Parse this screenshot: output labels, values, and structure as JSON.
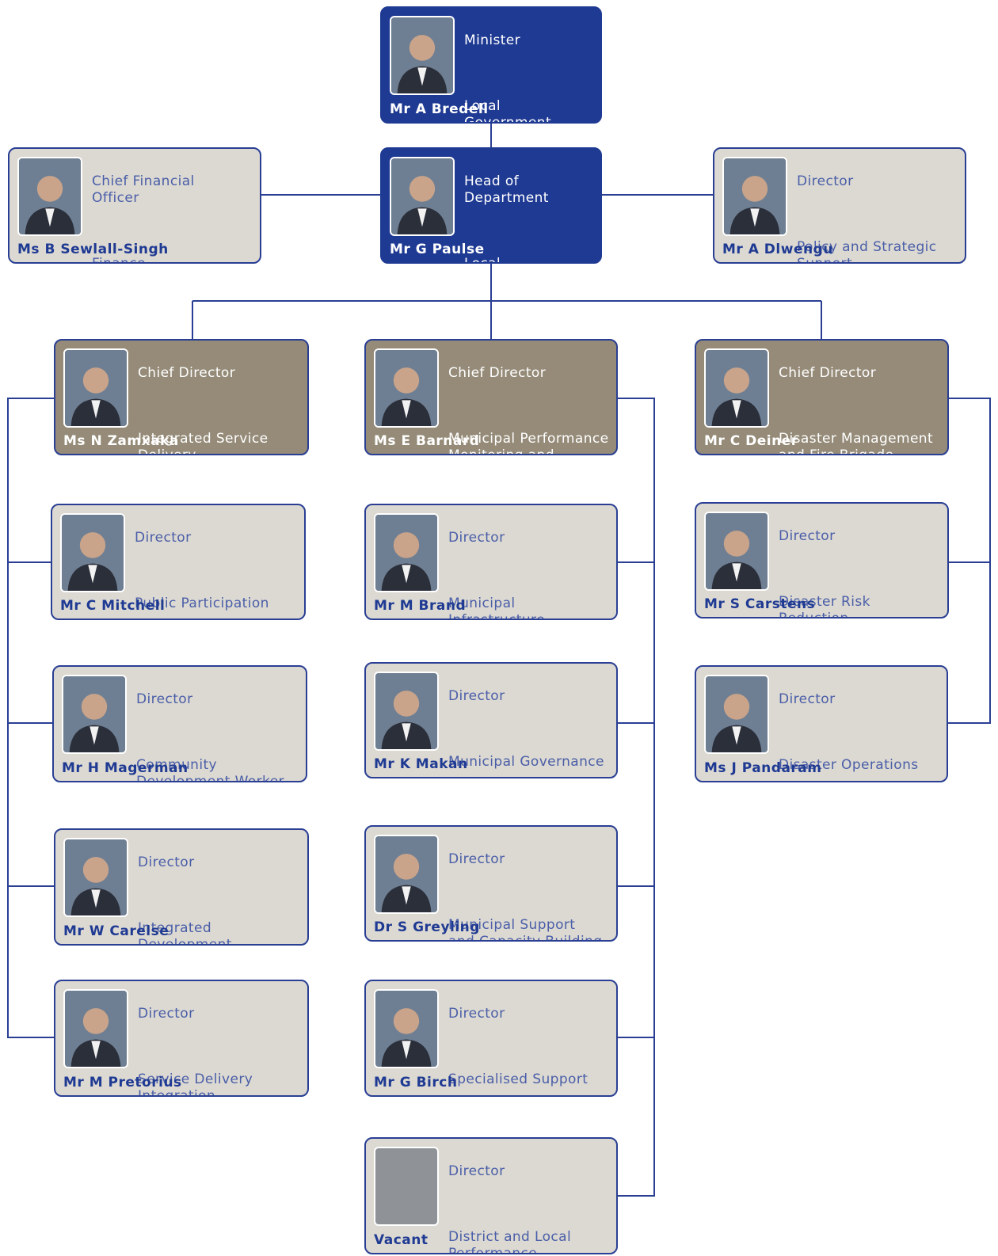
{
  "colors": {
    "navy": "#1f3a93",
    "taupe": "#958b78",
    "grey": "#dcd9d2",
    "line": "#2a3f94",
    "textBlue": "#4a5ea8"
  },
  "nodes": [
    {
      "id": "minister",
      "title": "Minister",
      "unit": "Local\nGovernment",
      "name": "Mr A Bredell",
      "variant": "navy",
      "photo": "person-photo-icon"
    },
    {
      "id": "hod",
      "title": "Head of\nDepartment",
      "unit": "Local\nGovernment",
      "name": "Mr G Paulse",
      "variant": "navy",
      "photo": "person-photo-icon"
    },
    {
      "id": "cfo",
      "title": "Chief Financial\nOfficer",
      "unit": "Finance",
      "name": "Ms B Sewlall-Singh",
      "variant": "grey",
      "photo": "person-photo-icon"
    },
    {
      "id": "psp",
      "title": "Director",
      "unit": "Policy and Strategic\nSupport",
      "name": "Mr A Dlwengu",
      "variant": "grey",
      "photo": "person-photo-icon"
    },
    {
      "id": "cd1",
      "title": "Chief Director",
      "unit": "Integrated Service\nDelivery",
      "name": "Ms N Zamxaka",
      "variant": "taupe",
      "photo": "person-photo-icon"
    },
    {
      "id": "cd2",
      "title": "Chief Director",
      "unit": "Municipal Performance\nMonitoring and\nSupport",
      "name": "Ms E Barnard",
      "variant": "taupe",
      "photo": "person-photo-icon"
    },
    {
      "id": "cd3",
      "title": "Chief Director",
      "unit": "Disaster Management\nand Fire Brigade\nServices",
      "name": "Mr C Deiner",
      "variant": "taupe",
      "photo": "person-photo-icon"
    },
    {
      "id": "d1",
      "title": "Director",
      "unit": "Public Participation",
      "name": "Mr C Mitchell",
      "variant": "grey",
      "photo": "person-photo-icon"
    },
    {
      "id": "d2",
      "title": "Director",
      "unit": "Community\nDevelopment Worker\nProgramme",
      "name": "Mr H Magerman",
      "variant": "grey",
      "photo": "person-photo-icon"
    },
    {
      "id": "d3",
      "title": "Director",
      "unit": "Integrated\nDevelopment\nPlanning",
      "name": "Mr W Carelse",
      "variant": "grey",
      "photo": "person-photo-icon"
    },
    {
      "id": "d4",
      "title": "Director",
      "unit": "Service Delivery\nIntegration",
      "name": "Mr M Pretorius",
      "variant": "grey",
      "photo": "person-photo-icon"
    },
    {
      "id": "d5",
      "title": "Director",
      "unit": "Municipal\nInfrastructure",
      "name": "Mr M Brand",
      "variant": "grey",
      "photo": "person-photo-icon"
    },
    {
      "id": "d6",
      "title": "Director",
      "unit": "Municipal Governance",
      "name": "Mr K Makan",
      "variant": "grey",
      "photo": "person-photo-icon"
    },
    {
      "id": "d7",
      "title": "Director",
      "unit": "Municipal Support\nand Capacity Building",
      "name": "Dr S Greyling",
      "variant": "grey",
      "photo": "person-photo-icon"
    },
    {
      "id": "d8",
      "title": "Director",
      "unit": "Specialised Support",
      "name": "Mr G Birch",
      "variant": "grey",
      "photo": "person-photo-icon"
    },
    {
      "id": "d9",
      "title": "Director",
      "unit": "District and Local\nPerformance\nMonitoring",
      "name": "Vacant",
      "variant": "grey",
      "photo": "vacant-photo-placeholder"
    },
    {
      "id": "d10",
      "title": "Director",
      "unit": "Disaster Risk\nReduction",
      "name": "Mr S Carstens",
      "variant": "grey",
      "photo": "person-photo-icon"
    },
    {
      "id": "d11",
      "title": "Director",
      "unit": "Disaster Operations",
      "name": "Ms J Pandaram",
      "variant": "grey",
      "photo": "person-photo-icon"
    }
  ]
}
